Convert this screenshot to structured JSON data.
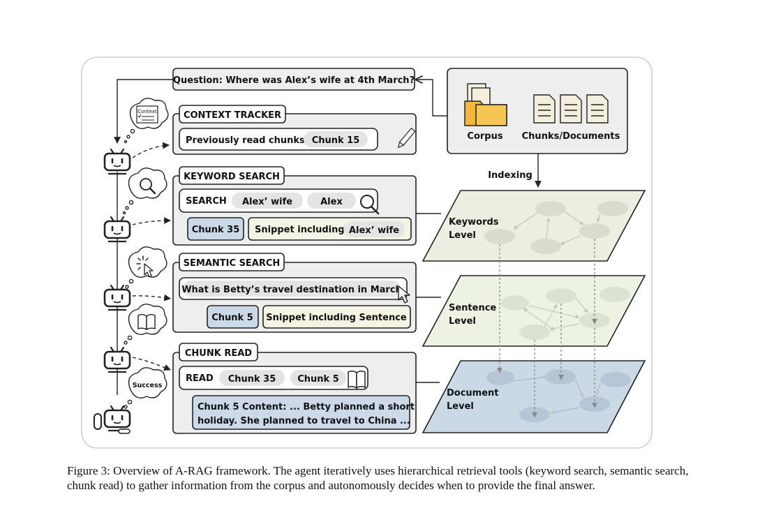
{
  "question": "Question: Where was Alex’s wife at 4th March?",
  "context_tracker": {
    "title": "CONTEXT TRACKER",
    "label": "Previously read chunks",
    "chunk": "Chunk 15",
    "thought_label": "Context"
  },
  "keyword_search": {
    "title": "KEYWORD SEARCH",
    "action": "SEARCH",
    "keywords": [
      "Alex’ wife",
      "Alex"
    ],
    "result_chunk": "Chunk 35",
    "snippet_label": "Snippet including",
    "snippet_term": "Alex’ wife"
  },
  "semantic_search": {
    "title": "SEMANTIC SEARCH",
    "query": "What is Betty’s travel destination in March",
    "result_chunk": "Chunk 5",
    "snippet": "Snippet including Sentence"
  },
  "chunk_read": {
    "title": "CHUNK READ",
    "action": "READ",
    "chunks": [
      "Chunk 35",
      "Chunk 5"
    ],
    "content_line1": "Chunk 5 Content:  ... Betty planned a short",
    "content_line2": "holiday. She planned to travel to China ..."
  },
  "success_label": "Success",
  "corpus": {
    "corpus_label": "Corpus",
    "chunks_label": "Chunks/Documents"
  },
  "indexing_label": "Indexing",
  "levels": {
    "keywords_line1": "Keywords",
    "keywords_line2": "Level",
    "sentence_line1": "Sentence",
    "sentence_line2": "Level",
    "document_line1": "Document",
    "document_line2": "Level"
  },
  "caption": "Figure 3: Overview of A-RAG framework.  The agent iteratively uses hierarchical retrieval tools (keyword search, semantic search, chunk read) to gather information from the corpus and autonomously decides when to provide the final answer.",
  "colors": {
    "panel_gray": "#eeeeee",
    "chip_gray": "#e4e4e4",
    "chunk_blue": "#cbd9e8",
    "snippet_cream": "#f4f3e4",
    "keywords_plane": "#eeede2",
    "sentence_plane": "#ecf3e2",
    "document_plane": "#cbd8e6",
    "folder_yellow": "#f3b83a",
    "paper_cream": "#f3efdc"
  },
  "icons": [
    "robot-icon",
    "magnifier-icon",
    "cursor-icon",
    "book-icon",
    "pencil-icon",
    "folder-icon",
    "document-icon",
    "thought-bubble-icon"
  ]
}
